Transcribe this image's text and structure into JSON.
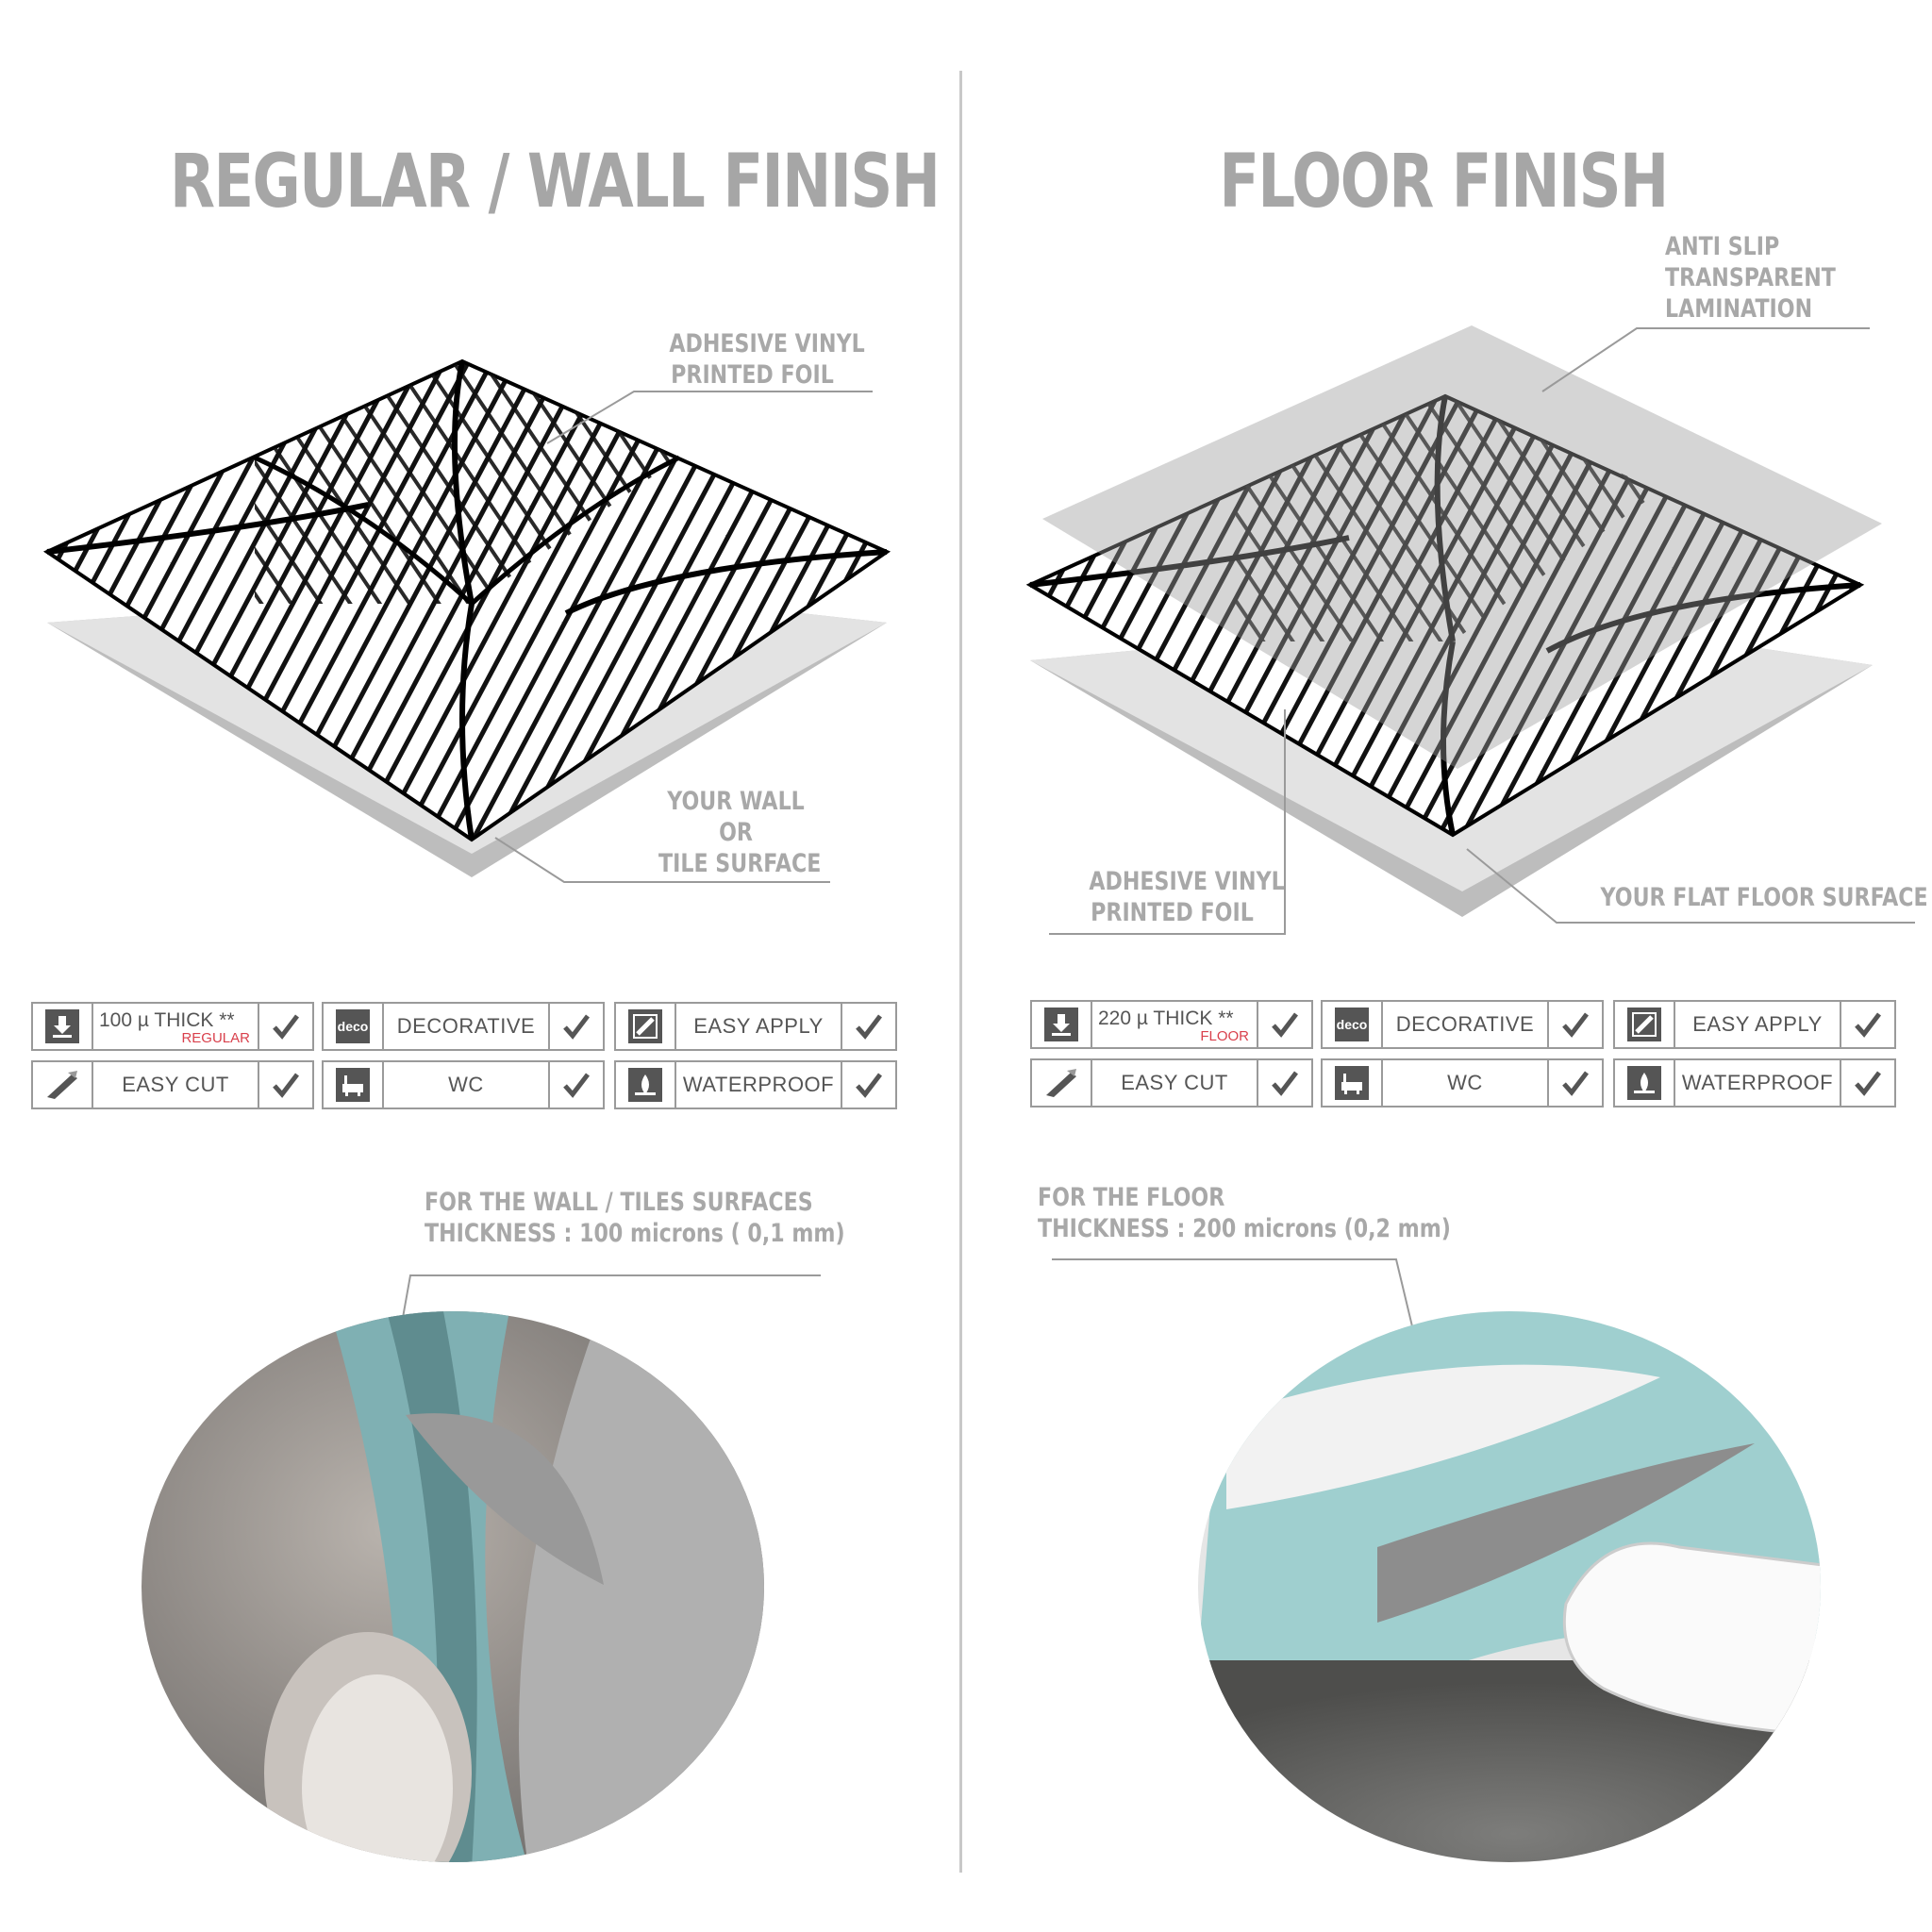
{
  "left": {
    "title": "REGULAR / WALL FINISH",
    "label_foil": [
      "ADHESIVE VINYL",
      "PRINTED FOIL"
    ],
    "label_surface": [
      "YOUR WALL",
      "OR",
      "TILE SURFACE"
    ],
    "features": [
      {
        "label": "100 µ THICK **",
        "sub": "REGULAR",
        "icon": "download-icon"
      },
      {
        "label": "DECORATIVE",
        "icon": "deco-icon",
        "icon_text": "deco"
      },
      {
        "label": "EASY APPLY",
        "icon": "squeegee-icon"
      },
      {
        "label": "EASY CUT",
        "icon": "cutter-icon"
      },
      {
        "label": "WC",
        "icon": "bathtub-icon"
      },
      {
        "label": "WATERPROOF",
        "icon": "waterproof-icon"
      }
    ],
    "photo_caption": [
      "FOR THE WALL / TILES SURFACES",
      "THICKNESS : 100 microns ( 0,1 mm)"
    ]
  },
  "right": {
    "title": "FLOOR FINISH",
    "label_lamination": [
      "ANTI SLIP",
      "TRANSPARENT",
      "LAMINATION"
    ],
    "label_foil": [
      "ADHESIVE VINYL",
      "PRINTED FOIL"
    ],
    "label_surface": [
      "YOUR FLAT FLOOR SURFACE"
    ],
    "features": [
      {
        "label": "220 µ THICK **",
        "sub": "FLOOR",
        "icon": "download-icon"
      },
      {
        "label": "DECORATIVE",
        "icon": "deco-icon",
        "icon_text": "deco"
      },
      {
        "label": "EASY APPLY",
        "icon": "squeegee-icon"
      },
      {
        "label": "EASY CUT",
        "icon": "cutter-icon"
      },
      {
        "label": "WC",
        "icon": "bathtub-icon"
      },
      {
        "label": "WATERPROOF",
        "icon": "waterproof-icon"
      }
    ],
    "photo_caption": [
      "FOR THE FLOOR",
      "THICKNESS : 200 microns (0,2 mm)"
    ]
  },
  "check_icon": "check-icon",
  "colors": {
    "label_gray": "#a8a8a8",
    "title_gray": "#a6a6a6",
    "accent_red": "#d9404c",
    "teal": "#8fc4c6"
  }
}
